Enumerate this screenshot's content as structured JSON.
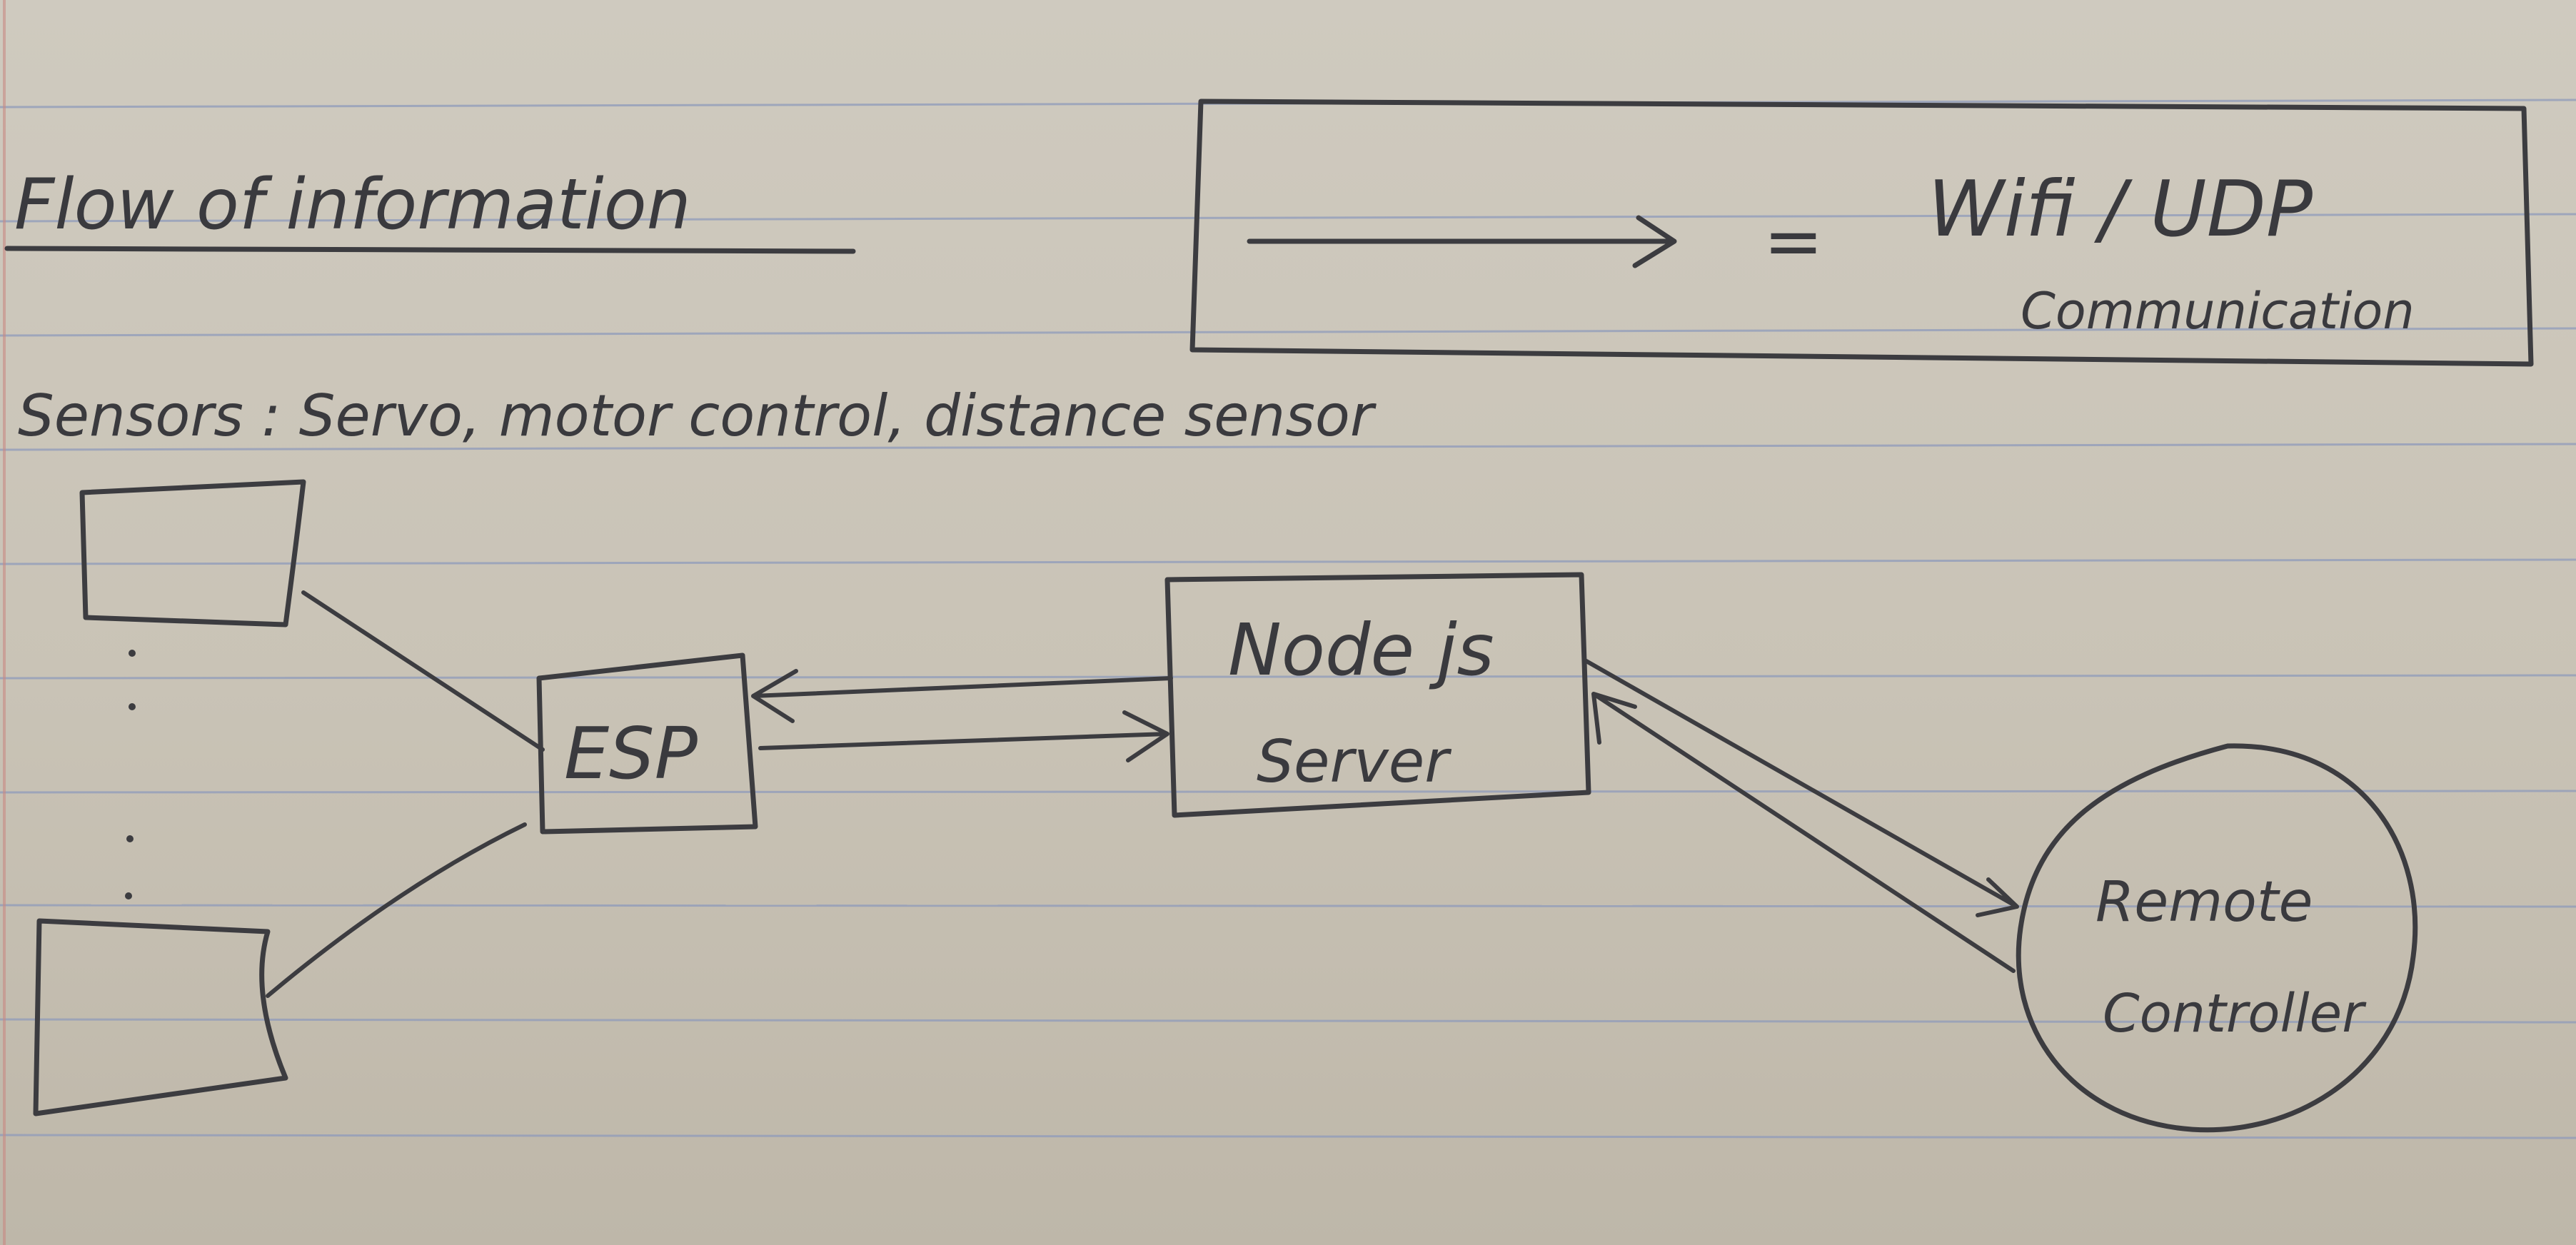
{
  "heading": "Flow of information",
  "legend": {
    "equals": "=",
    "line1": "Wifi / UDP",
    "line2": "Communication"
  },
  "sensors_label": "Sensors : Servo, motor control, distance sensor",
  "nodes": {
    "esp": "ESP",
    "server_line1": "Node js",
    "server_line2": "Server",
    "remote_line1": "Remote",
    "remote_line2": "Controller"
  },
  "colors": {
    "paper": "#cbc5b8",
    "ink": "#3c3c40",
    "rule_lines": "#8f9bbb",
    "margin_line": "#c98a84"
  }
}
